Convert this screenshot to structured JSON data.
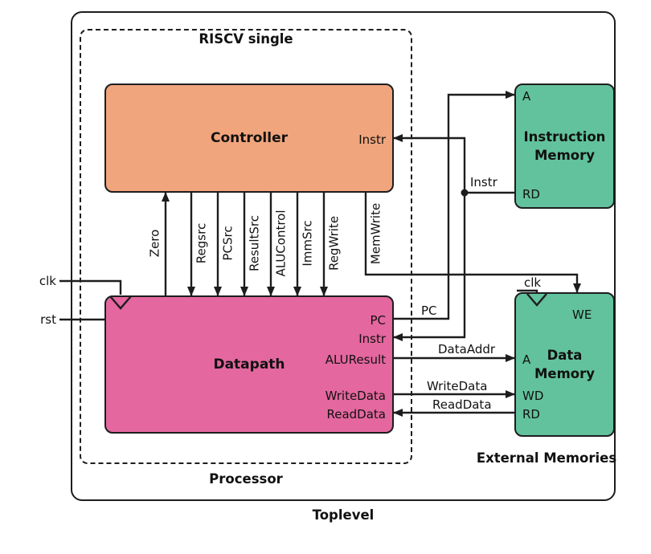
{
  "titles": {
    "toplevel": "Toplevel",
    "processor": "Processor",
    "riscv_single": "RISCV single",
    "external_memories": "External Memories"
  },
  "blocks": {
    "controller": {
      "title": "Controller",
      "port_instr": "Instr"
    },
    "datapath": {
      "title": "Datapath",
      "port_pc": "PC",
      "port_instr": "Instr",
      "port_aluresult": "ALUResult",
      "port_writedata": "WriteData",
      "port_readdata": "ReadData"
    },
    "instruction_memory": {
      "line1": "Instruction",
      "line2": "Memory",
      "port_a": "A",
      "port_rd": "RD"
    },
    "data_memory": {
      "line1": "Data",
      "line2": "Memory",
      "port_we": "WE",
      "port_a": "A",
      "port_wd": "WD",
      "port_rd": "RD"
    }
  },
  "signals": {
    "zero": "Zero",
    "regsrc": "Regsrc",
    "pcsrc": "PCSrc",
    "resultsrc": "ResultSrc",
    "alucontrol": "ALUControl",
    "immsrc": "ImmSrc",
    "regwrite": "RegWrite",
    "memwrite": "MemWrite"
  },
  "wire_labels": {
    "pc": "PC",
    "instr": "Instr",
    "dataaddr": "DataAddr",
    "writedata": "WriteData",
    "readdata": "ReadData"
  },
  "inputs": {
    "clk": "clk",
    "rst": "rst",
    "clk_mem": "clk"
  },
  "colors": {
    "controller_fill": "#F1A57C",
    "datapath_fill": "#E4679F",
    "memory_fill": "#62C29D",
    "stroke": "#1D1D1F"
  }
}
